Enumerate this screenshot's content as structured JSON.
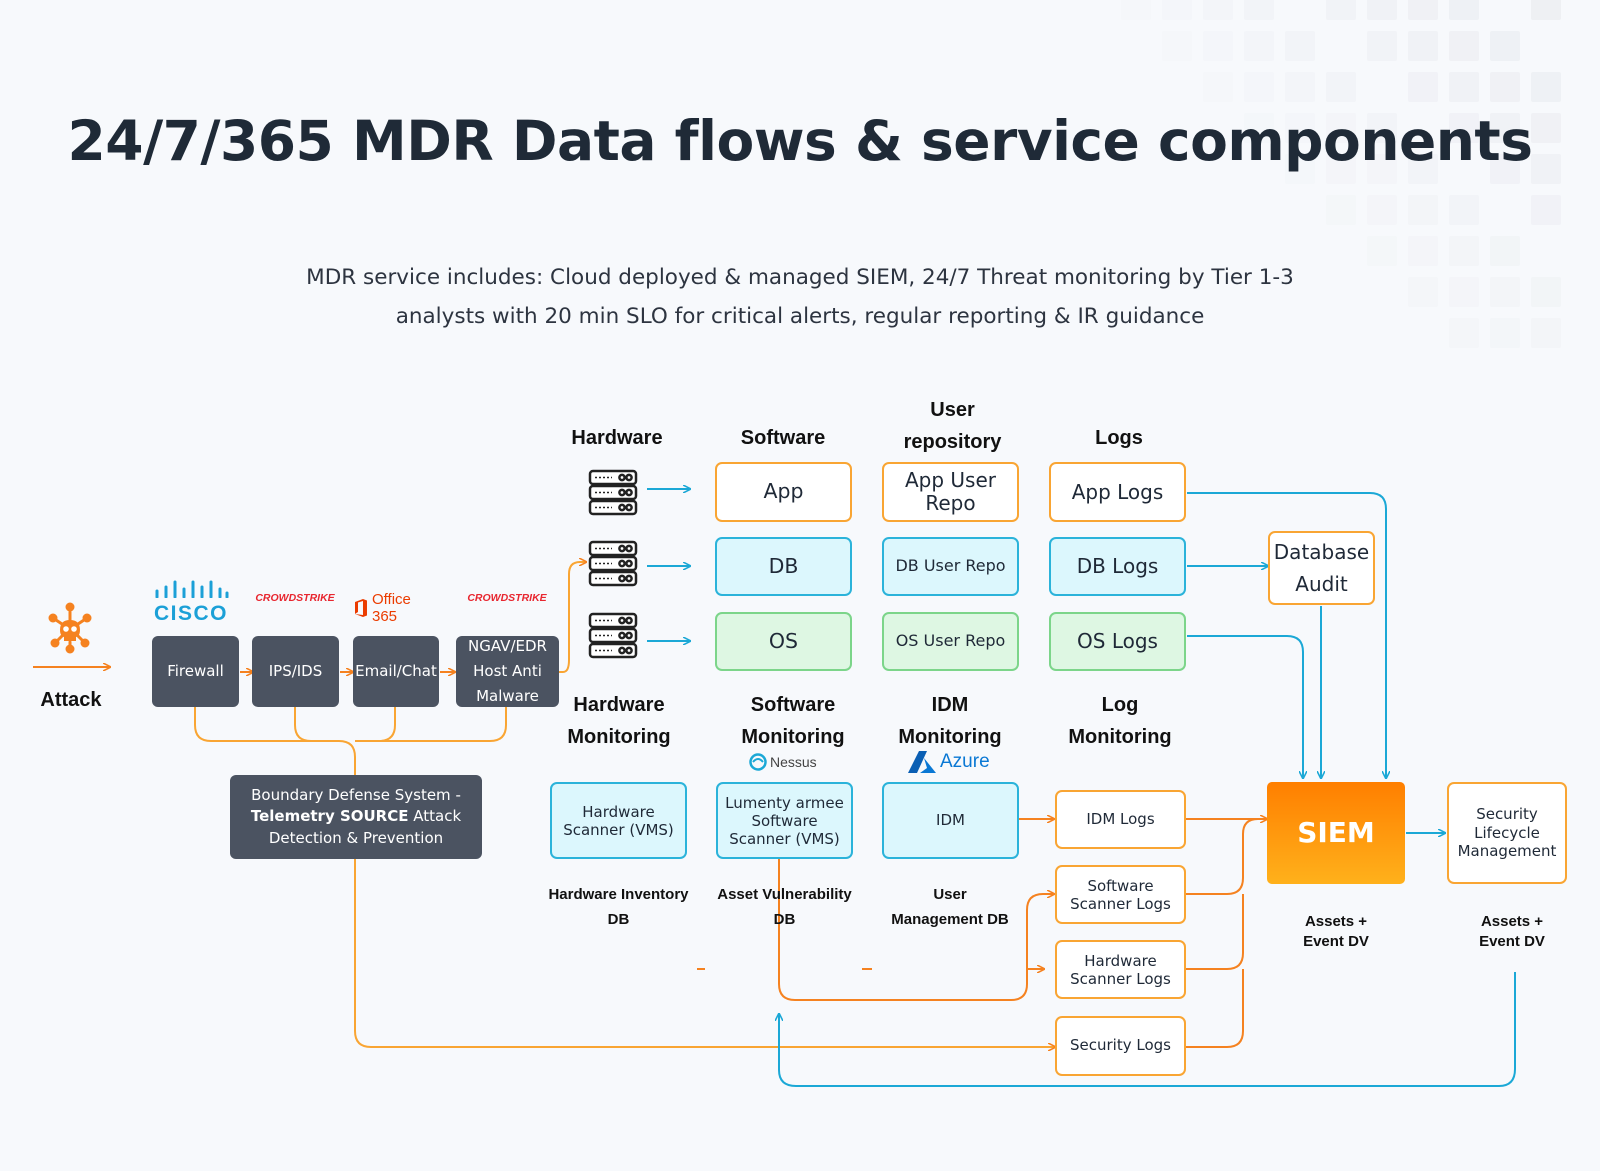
{
  "title": "24/7/365 MDR Data flows & service components",
  "subtitle": "MDR service includes: Cloud deployed & managed SIEM, 24/7 Threat monitoring by Tier 1-3 analysts with 20 min SLO for critical alerts, regular reporting & IR guidance",
  "attack_label": "Attack",
  "logos": {
    "cisco": "CISCO",
    "crowdstrike_1": "CROWDSTRIKE",
    "office365": "Office 365",
    "crowdstrike_2": "CROWDSTRIKE",
    "nessus": "Nessus",
    "azure": "Azure"
  },
  "boundary_chain": {
    "firewall": "Firewall",
    "ips_ids": "IPS/IDS",
    "email_chat": "Email/Chat",
    "ngav_edr": "NGAV/EDR Host Anti Malware"
  },
  "boundary_defense": {
    "line1": "Boundary Defense System -",
    "bold": "Telemetry SOURCE",
    "line2_rest": " Attack",
    "line3": "Detection & Prevention"
  },
  "column_headers": {
    "hardware": "Hardware",
    "software": "Software",
    "user_repository": "User repository",
    "logs": "Logs"
  },
  "software": {
    "app": "App",
    "db": "DB",
    "os": "OS"
  },
  "user_repo": {
    "app": "App User Repo",
    "db": "DB User Repo",
    "os": "OS User Repo"
  },
  "logs": {
    "app": "App Logs",
    "db": "DB Logs",
    "os": "OS Logs"
  },
  "database_audit": "Database Audit",
  "monitoring_headers": {
    "hardware": "Hardware Monitoring",
    "software": "Software Monitoring",
    "idm": "IDM Monitoring",
    "log": "Log Monitoring"
  },
  "monitoring": {
    "hardware_scanner": "Hardware Scanner (VMS)",
    "software_scanner": "Lumenty armee Software Scanner (VMS)",
    "idm": "IDM"
  },
  "log_monitoring": {
    "idm_logs": "IDM Logs",
    "software_scanner_logs": "Software Scanner Logs",
    "hardware_scanner_logs": "Hardware Scanner Logs",
    "security_logs": "Security Logs"
  },
  "db_labels": {
    "hardware_inventory": "Hardware Inventory DB",
    "asset_vulnerability": "Asset Vulnerability DB",
    "user_management": "User Management DB"
  },
  "siem": "SIEM",
  "security_lifecycle": "Security Lifecycle Management",
  "assets_event_1": "Assets + Event DV",
  "assets_event_2": "Assets + Event DV",
  "colors": {
    "orange": "#f9a533",
    "cyan": "#2bb3da",
    "green": "#7cd58a",
    "dark": "#4b5361",
    "cisco_blue": "#1ba0d7",
    "crowdstrike_red": "#e8262f",
    "office_red": "#eb3c00",
    "azure_blue": "#0a78d4"
  }
}
